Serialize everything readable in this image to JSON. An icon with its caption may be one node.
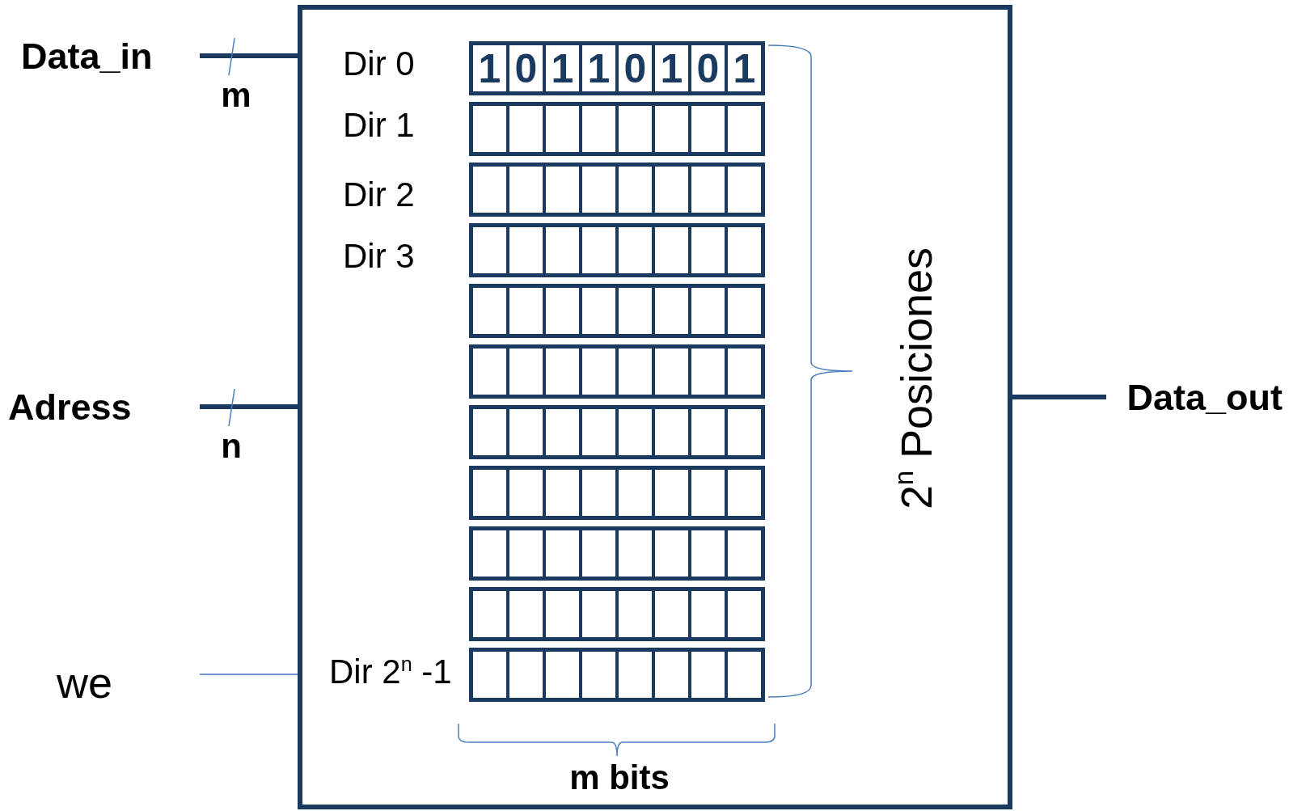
{
  "diagram": {
    "nodes": [
      {
        "text": [
          "Data_in"
        ]
      },
      {
        "text": [
          "Adress"
        ]
      },
      {
        "text": [
          "we"
        ]
      },
      {
        "text": [],
        "shape": "box"
      },
      {
        "text": [
          "1",
          "0",
          "1",
          "1",
          "0",
          "1",
          "0",
          "1"
        ],
        "in": 3,
        "beside": [
          "Dir 0"
        ]
      },
      {
        "text": [],
        "shape": "box",
        "in": 3,
        "beside": [
          "Dir 1"
        ]
      },
      {
        "text": [],
        "shape": "box",
        "in": 3,
        "beside": [
          "Dir 2"
        ]
      },
      {
        "text": [],
        "shape": "box",
        "in": 3,
        "beside": [
          "Dir 3"
        ]
      },
      {
        "text": [],
        "shape": "box",
        "in": 3
      },
      {
        "text": [],
        "shape": "box",
        "in": 3
      },
      {
        "text": [],
        "shape": "box",
        "in": 3
      },
      {
        "text": [],
        "shape": "box",
        "in": 3
      },
      {
        "text": [],
        "shape": "box",
        "in": 3
      },
      {
        "text": [],
        "shape": "box",
        "in": 3
      },
      {
        "text": [],
        "shape": "box",
        "in": 3,
        "beside": [
          "Dir 2$^{n}$ -1"
        ]
      },
      {
        "text": [
          "Data_out"
        ]
      }
    ],
    "edges": [
      {
        "from": 0,
        "to": 3,
        "arrow": "none"
      },
      {
        "from": 1,
        "to": 3,
        "arrow": "none"
      },
      {
        "from": 2,
        "to": 3,
        "arrow": "none",
        "color": "#4472c4"
      },
      {
        "from": 3,
        "to": 15,
        "arrow": "none"
      }
    ],
    "labels": [
      "m",
      "n",
      "2$^{n}$ Posiciones",
      "m bits"
    ]
  }
}
